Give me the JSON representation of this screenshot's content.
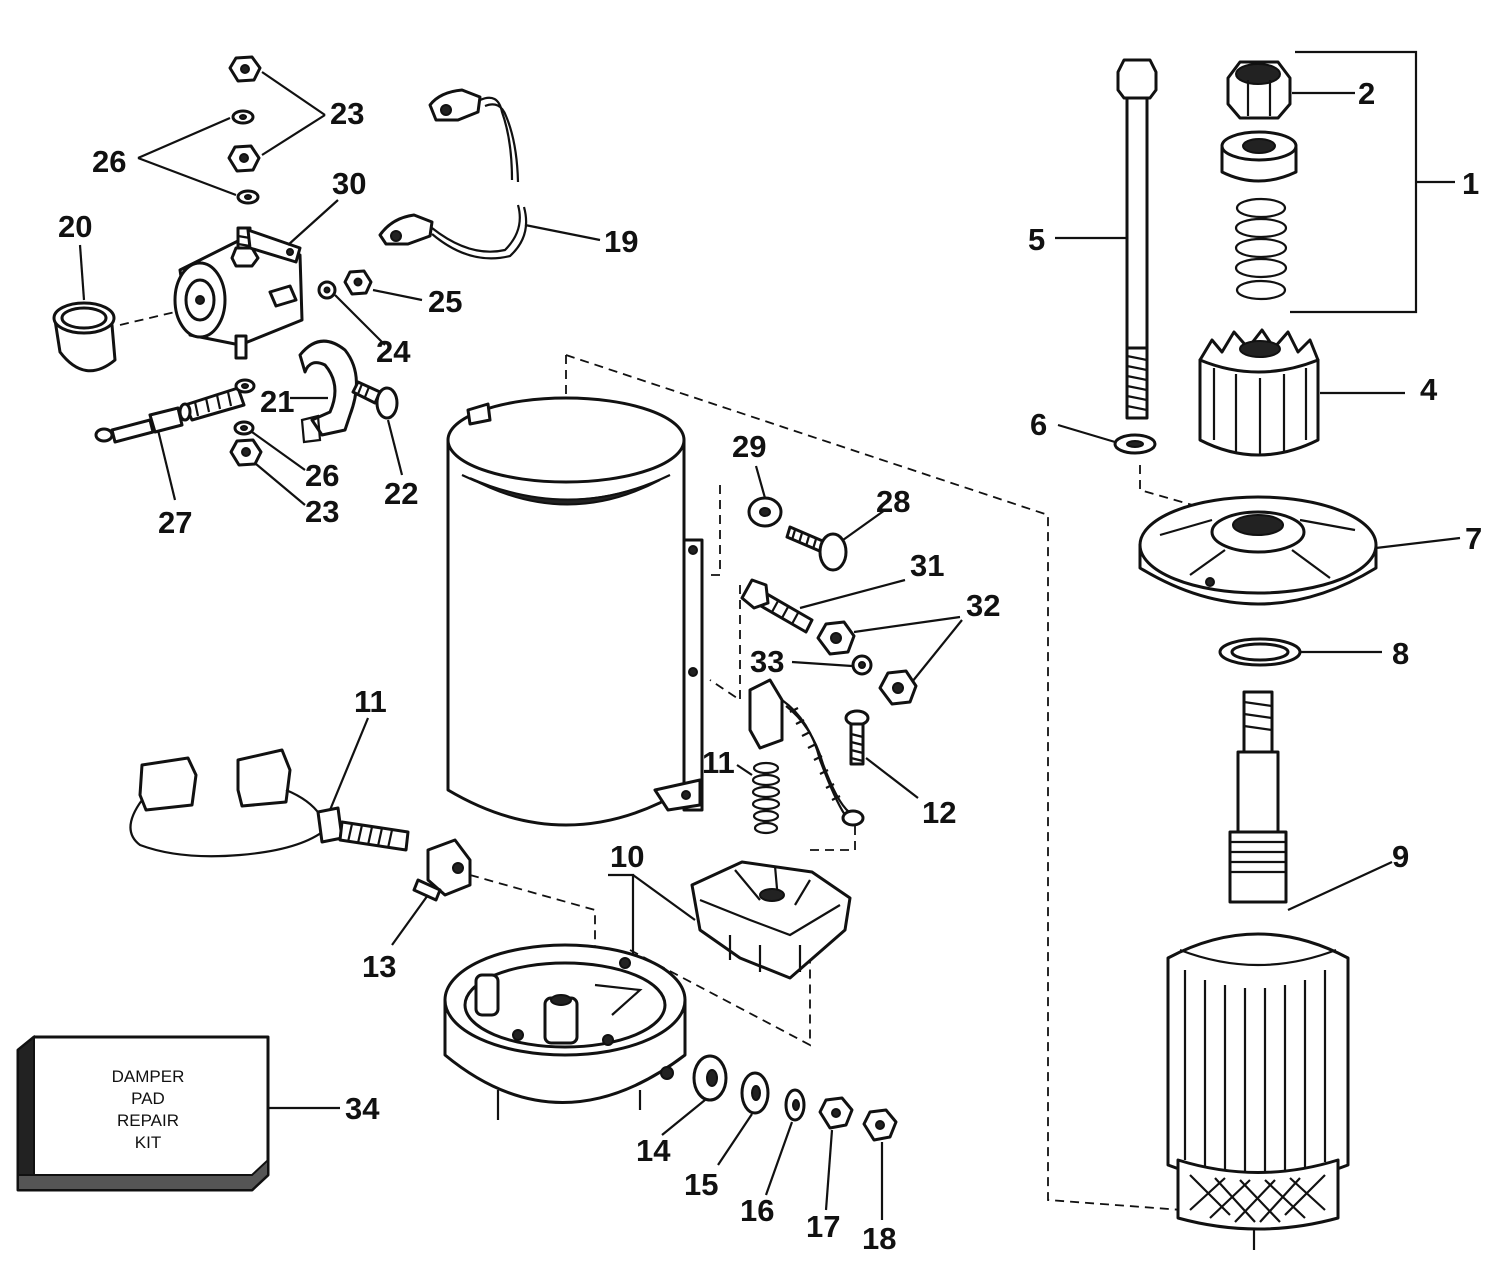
{
  "callouts": {
    "c1": "1",
    "c2": "2",
    "c4": "4",
    "c5": "5",
    "c6": "6",
    "c7": "7",
    "c8": "8",
    "c9": "9",
    "c10": "10",
    "c11a": "11",
    "c11b": "11",
    "c12": "12",
    "c13": "13",
    "c14": "14",
    "c15": "15",
    "c16": "16",
    "c17": "17",
    "c18": "18",
    "c19": "19",
    "c20": "20",
    "c21": "21",
    "c22": "22",
    "c23a": "23",
    "c23b": "23",
    "c24": "24",
    "c25": "25",
    "c26a": "26",
    "c26b": "26",
    "c27": "27",
    "c28": "28",
    "c29": "29",
    "c30": "30",
    "c31": "31",
    "c32": "32",
    "c33": "33",
    "c34": "34"
  },
  "kit_box": {
    "line1": "DAMPER",
    "line2": "PAD",
    "line3": "REPAIR",
    "line4": "KIT"
  }
}
